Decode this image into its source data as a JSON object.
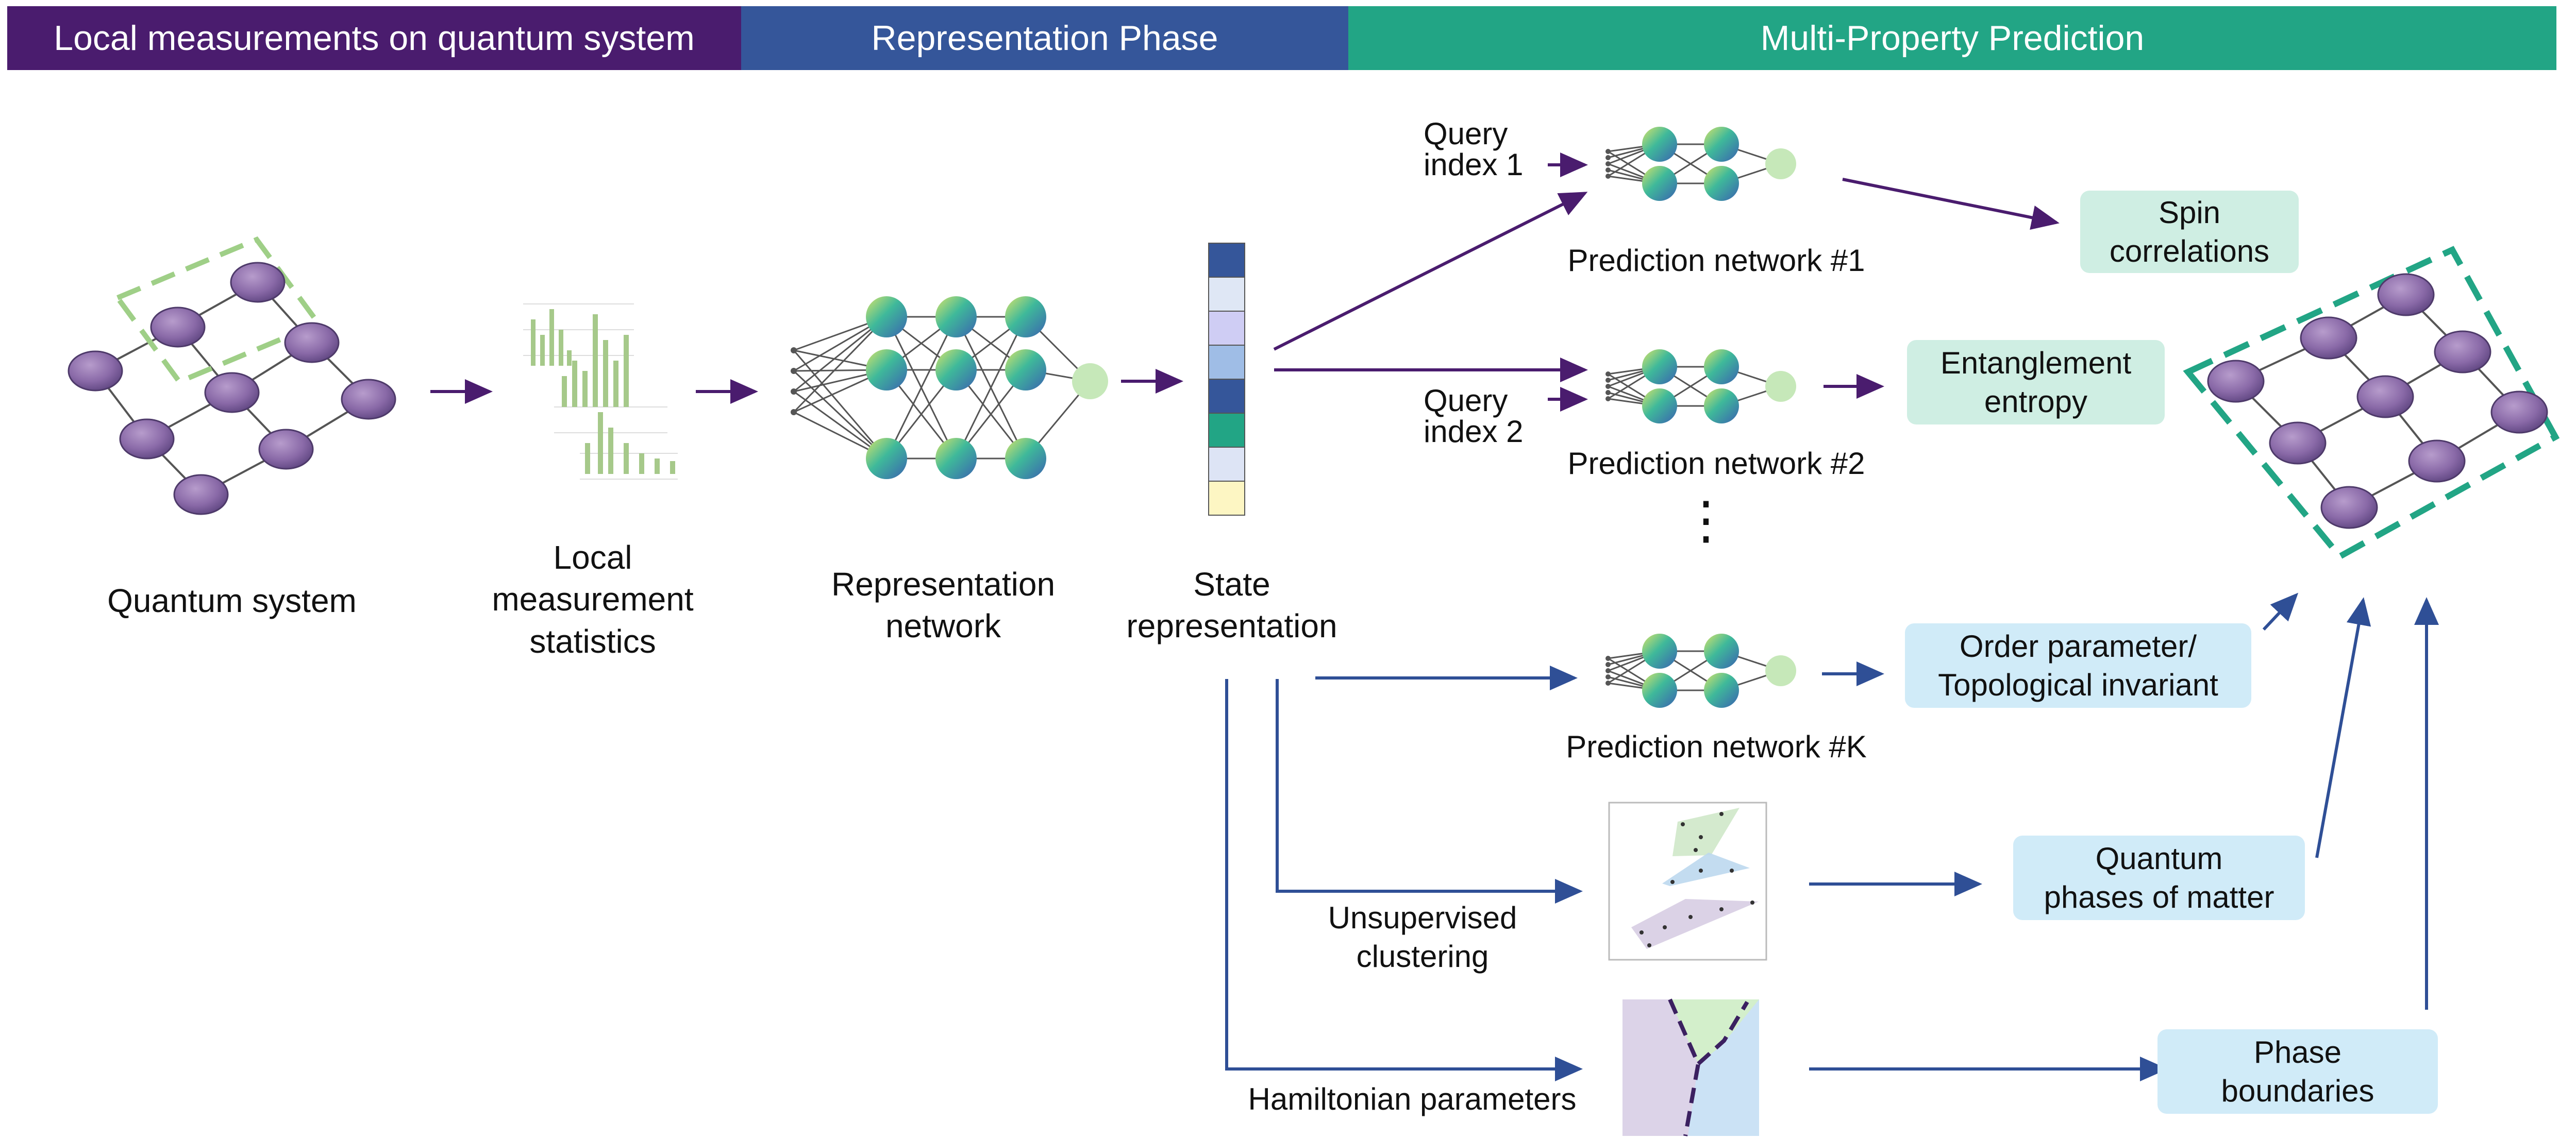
{
  "banners": [
    {
      "label": "Local measurements on quantum system",
      "color": "#4a1c6e"
    },
    {
      "label": "Representation Phase",
      "color": "#35569a"
    },
    {
      "label": "Multi-Property Prediction",
      "color": "#22a585"
    }
  ],
  "labels": {
    "quantum_system": "Quantum system",
    "local_measurement": "Local\nmeasurement\nstatistics",
    "representation_network": "Representation\nnetwork",
    "state_representation": "State\nrepresentation",
    "query_1": "Query\nindex 1",
    "query_2": "Query\nindex 2",
    "prediction_1": "Prediction network #1",
    "prediction_2": "Prediction network #2",
    "prediction_k": "Prediction network #K",
    "unsupervised": "Unsupervised\nclustering",
    "hamiltonian": "Hamiltonian parameters",
    "dots": "⋮"
  },
  "outputs": {
    "spin": "Spin\ncorrelations",
    "entanglement": "Entanglement\nentropy",
    "order": "Order parameter/\nTopological invariant",
    "phases": "Quantum\nphases of matter",
    "boundaries": "Phase\nboundaries"
  },
  "colors": {
    "arrow_purple": "#4a1c6e",
    "arrow_blue": "#2f4f96",
    "node_purple": "#8a6aa8",
    "bar_green": "#a6c98a",
    "output_green": "#cfeee3",
    "output_blue": "#d0ebf8",
    "dashed_green_light": "#9fcf87",
    "dashed_green_dark": "#22a585"
  },
  "state_vector_colors": [
    "#35569a",
    "#dfe7f5",
    "#cfcdf4",
    "#9fbde6",
    "#35569a",
    "#22a585",
    "#dde4f5",
    "#fdf6c3"
  ]
}
